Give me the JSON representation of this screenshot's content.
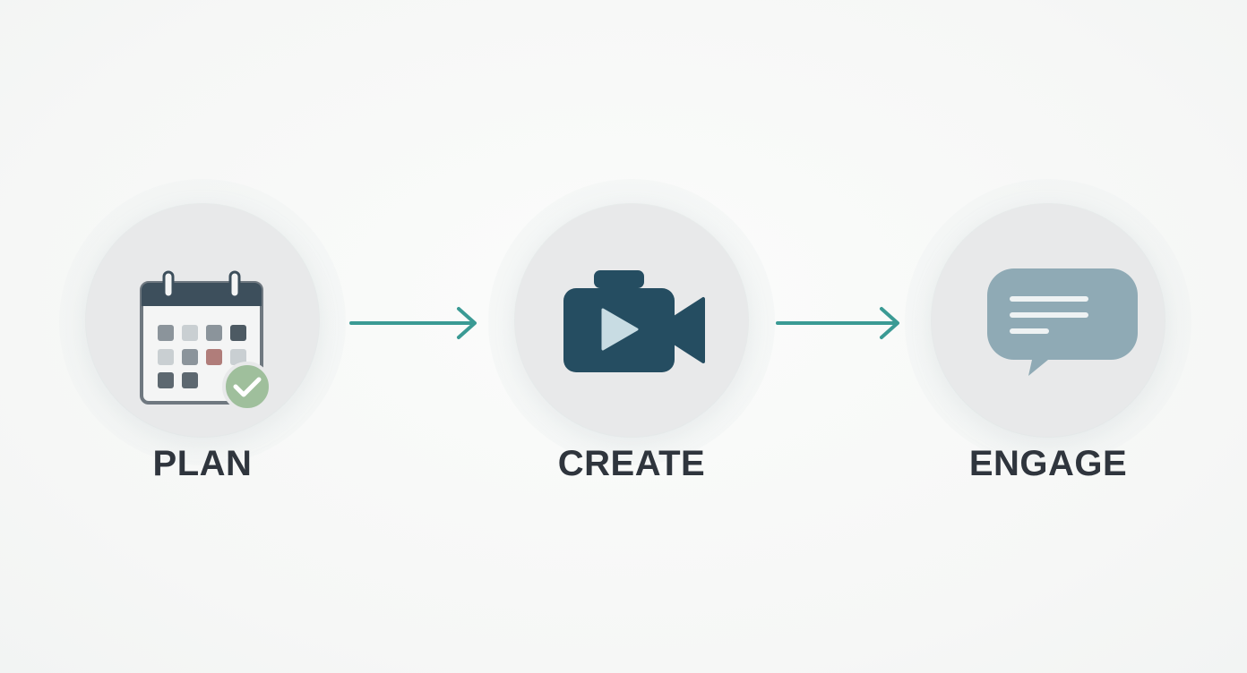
{
  "steps": [
    {
      "label": "PLAN",
      "icon": "calendar-check-icon"
    },
    {
      "label": "CREATE",
      "icon": "video-camera-icon"
    },
    {
      "label": "ENGAGE",
      "icon": "chat-bubble-icon"
    }
  ],
  "colors": {
    "background": "#f8f9f8",
    "disc": "#e8e9ea",
    "label": "#2f353d",
    "arrow": "#3a9a94",
    "calendar_header": "#3d4f5c",
    "camera": "#254d61",
    "chat_bubble": "#8faab5",
    "check_badge": "#9fbf9c",
    "calendar_highlight": "#b07d7a"
  }
}
